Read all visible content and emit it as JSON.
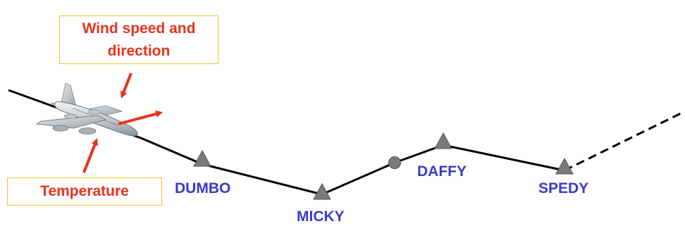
{
  "callouts": {
    "wind": "Wind speed and direction",
    "temperature": "Temperature"
  },
  "waypoints": [
    {
      "id": "dumbo",
      "label": "DUMBO"
    },
    {
      "id": "micky",
      "label": "MICKY"
    },
    {
      "id": "daffy",
      "label": "DAFFY"
    },
    {
      "id": "spedy",
      "label": "SPEDY"
    }
  ],
  "colors": {
    "callout_text": "#e8321c",
    "callout_border": "#f2c230",
    "arrow": "#e8321c",
    "waypoint_label": "#3a3ac8",
    "waypoint_marker": "#7a7a7a",
    "route_line": "#000000"
  },
  "icons": {
    "aircraft": "airliner-icon",
    "waypoint": "triangle-marker-icon",
    "intermediate_point": "circle-marker-icon"
  }
}
